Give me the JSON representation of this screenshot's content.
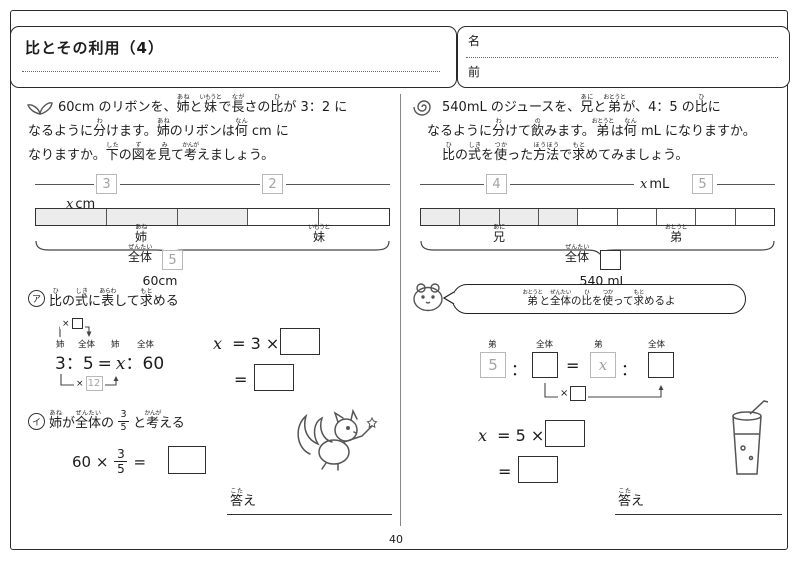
{
  "header": {
    "title": "比とその利用（4）",
    "name_top": "名",
    "name_bottom": "前"
  },
  "page": {
    "number": "40"
  },
  "symbols": {
    "times": "×"
  },
  "icons": {
    "left_marker": "sprout-icon",
    "right_marker": "spiral-icon",
    "bubble_face": "hamster-icon",
    "left_illustration": "squirrel-fairy-illustration",
    "right_illustration": "juice-glass-illustration"
  },
  "left": {
    "problem_lines": [
      [
        {
          "b": "60cm のリボンを、"
        },
        {
          "b": "姉",
          "r": "あね"
        },
        {
          "b": "と"
        },
        {
          "b": "妹",
          "r": "いもうと"
        },
        {
          "b": "で"
        },
        {
          "b": "長",
          "r": "なが"
        },
        {
          "b": "さの"
        },
        {
          "b": "比",
          "r": "ひ"
        },
        {
          "b": "が 3：2 に"
        }
      ],
      [
        {
          "b": "なるように"
        },
        {
          "b": "分",
          "r": "わ"
        },
        {
          "b": "けます。"
        },
        {
          "b": "姉",
          "r": "あね"
        },
        {
          "b": "のリボンは"
        },
        {
          "b": "何",
          "r": "なん"
        },
        {
          "b": " cm に"
        }
      ],
      [
        {
          "b": "なりますか。"
        },
        {
          "b": "下",
          "r": "した"
        },
        {
          "b": "の"
        },
        {
          "b": "図",
          "r": "ず"
        },
        {
          "b": "を"
        },
        {
          "b": "見",
          "r": "み"
        },
        {
          "b": "て"
        },
        {
          "b": "考",
          "r": "かんが"
        },
        {
          "b": "えましょう。"
        }
      ]
    ],
    "diagram": {
      "unit_left": "3",
      "unit_right": "2",
      "x_var": "x",
      "x_unit": "cm",
      "label_left": [
        {
          "b": "姉",
          "r": "あね"
        }
      ],
      "label_right": [
        {
          "b": "妹",
          "r": "いもうと"
        }
      ],
      "total_label": [
        {
          "b": "全体",
          "r": "ぜんたい"
        }
      ],
      "total_units": "5",
      "total_value": "60cm"
    },
    "section_a": {
      "marker": "ア",
      "heading": [
        {
          "b": "比",
          "r": "ひ"
        },
        {
          "b": "の"
        },
        {
          "b": "式",
          "r": "しき"
        },
        {
          "b": "に"
        },
        {
          "b": "表",
          "r": "あらわ"
        },
        {
          "b": "して"
        },
        {
          "b": "求",
          "r": "もと"
        },
        {
          "b": "める"
        }
      ],
      "eq_labels": [
        "姉",
        "全体",
        "姉",
        "全体"
      ],
      "eq": {
        "a": "3",
        "c1": "：",
        "b": "5",
        "eqs": "=",
        "x": "x",
        "c2": "：",
        "d": "60"
      },
      "bottom_multiplier": "12",
      "calc1": {
        "x": "x",
        "rest": "= 3 ×"
      },
      "calc2": "="
    },
    "section_b": {
      "marker": "イ",
      "head_pre": [
        {
          "b": "姉",
          "r": "あね"
        },
        {
          "b": "が"
        },
        {
          "b": "全体",
          "r": "ぜんたい"
        },
        {
          "b": "の"
        }
      ],
      "frac": {
        "num": "3",
        "den": "5"
      },
      "head_post": [
        {
          "b": "と"
        },
        {
          "b": "考",
          "r": "かんが"
        },
        {
          "b": "える"
        }
      ],
      "calc": {
        "prefix": "60 ×",
        "num": "3",
        "den": "5",
        "eqs": "="
      }
    },
    "answer_label": [
      {
        "b": "答",
        "r": "こた"
      },
      {
        "b": "え"
      }
    ]
  },
  "right": {
    "problem_lines": [
      [
        {
          "b": "540mL のジュースを、"
        },
        {
          "b": "兄",
          "r": "あに"
        },
        {
          "b": "と"
        },
        {
          "b": "弟",
          "r": "おとうと"
        },
        {
          "b": "が、4：5 の"
        },
        {
          "b": "比",
          "r": "ひ"
        },
        {
          "b": "に"
        }
      ],
      [
        {
          "b": "なるように"
        },
        {
          "b": "分",
          "r": "わ"
        },
        {
          "b": "けて"
        },
        {
          "b": "飲",
          "r": "の"
        },
        {
          "b": "みます。"
        },
        {
          "b": "弟",
          "r": "おとうと"
        },
        {
          "b": "は"
        },
        {
          "b": "何",
          "r": "なん"
        },
        {
          "b": " mL になりますか。"
        }
      ],
      [
        {
          "b": "比",
          "r": "ひ"
        },
        {
          "b": "の"
        },
        {
          "b": "式",
          "r": "しき"
        },
        {
          "b": "を"
        },
        {
          "b": "使",
          "r": "つか"
        },
        {
          "b": "った"
        },
        {
          "b": "方法",
          "r": "ほうほう"
        },
        {
          "b": "で"
        },
        {
          "b": "求",
          "r": "もと"
        },
        {
          "b": "めてみましょう。"
        }
      ]
    ],
    "diagram": {
      "unit_left": "4",
      "unit_right": "5",
      "x_var": "x",
      "x_unit": "mL",
      "label_left": [
        {
          "b": "兄",
          "r": "あに"
        }
      ],
      "label_right": [
        {
          "b": "弟",
          "r": "おとうと"
        }
      ],
      "total_label": [
        {
          "b": "全体",
          "r": "ぜんたい"
        }
      ],
      "total_value": "540 mL"
    },
    "bubble": [
      {
        "b": "弟",
        "r": "おとうと"
      },
      {
        "b": "と"
      },
      {
        "b": "全体",
        "r": "ぜんたい"
      },
      {
        "b": "の"
      },
      {
        "b": "比",
        "r": "ひ"
      },
      {
        "b": "を"
      },
      {
        "b": "使",
        "r": "つか"
      },
      {
        "b": "って"
      },
      {
        "b": "求",
        "r": "もと"
      },
      {
        "b": "めるよ"
      }
    ],
    "equation": {
      "labels": [
        "弟",
        "全体",
        "弟",
        "全体"
      ],
      "box1": "5",
      "c1": "：",
      "eqs": "=",
      "box3": "x",
      "c2": "：",
      "calc1": {
        "x": "x",
        "rest": "= 5 ×"
      },
      "calc2": "="
    },
    "answer_label": [
      {
        "b": "答",
        "r": "こた"
      },
      {
        "b": "え"
      }
    ]
  }
}
